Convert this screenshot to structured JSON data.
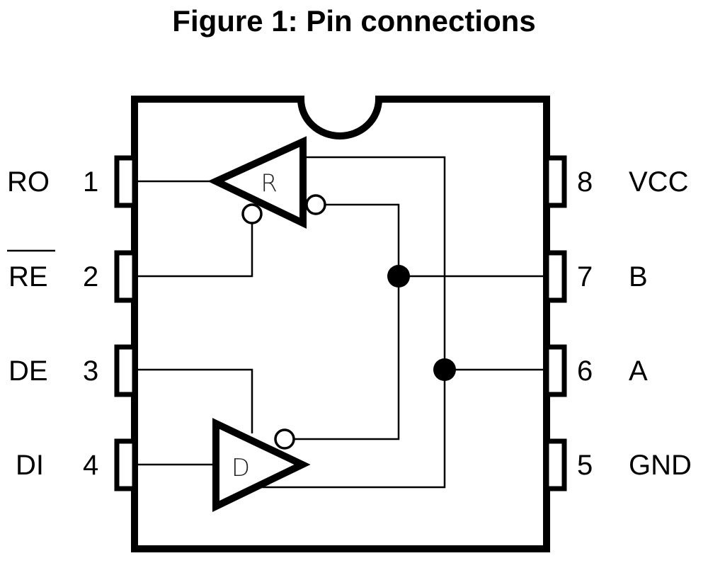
{
  "title": "Figure 1: Pin connections",
  "pins": [
    {
      "number": "1",
      "name": "RO",
      "side": "left",
      "overbar": false
    },
    {
      "number": "2",
      "name": "RE",
      "side": "left",
      "overbar": true
    },
    {
      "number": "3",
      "name": "DE",
      "side": "left",
      "overbar": false
    },
    {
      "number": "4",
      "name": "DI",
      "side": "left",
      "overbar": false
    },
    {
      "number": "8",
      "name": "VCC",
      "side": "right",
      "overbar": false
    },
    {
      "number": "7",
      "name": "B",
      "side": "right",
      "overbar": false
    },
    {
      "number": "6",
      "name": "A",
      "side": "right",
      "overbar": false
    },
    {
      "number": "5",
      "name": "GND",
      "side": "right",
      "overbar": false
    }
  ],
  "gates": {
    "receiver": {
      "label": "R"
    },
    "driver": {
      "label": "D"
    }
  },
  "colors": {
    "ink": "#000000",
    "background": "#ffffff"
  }
}
